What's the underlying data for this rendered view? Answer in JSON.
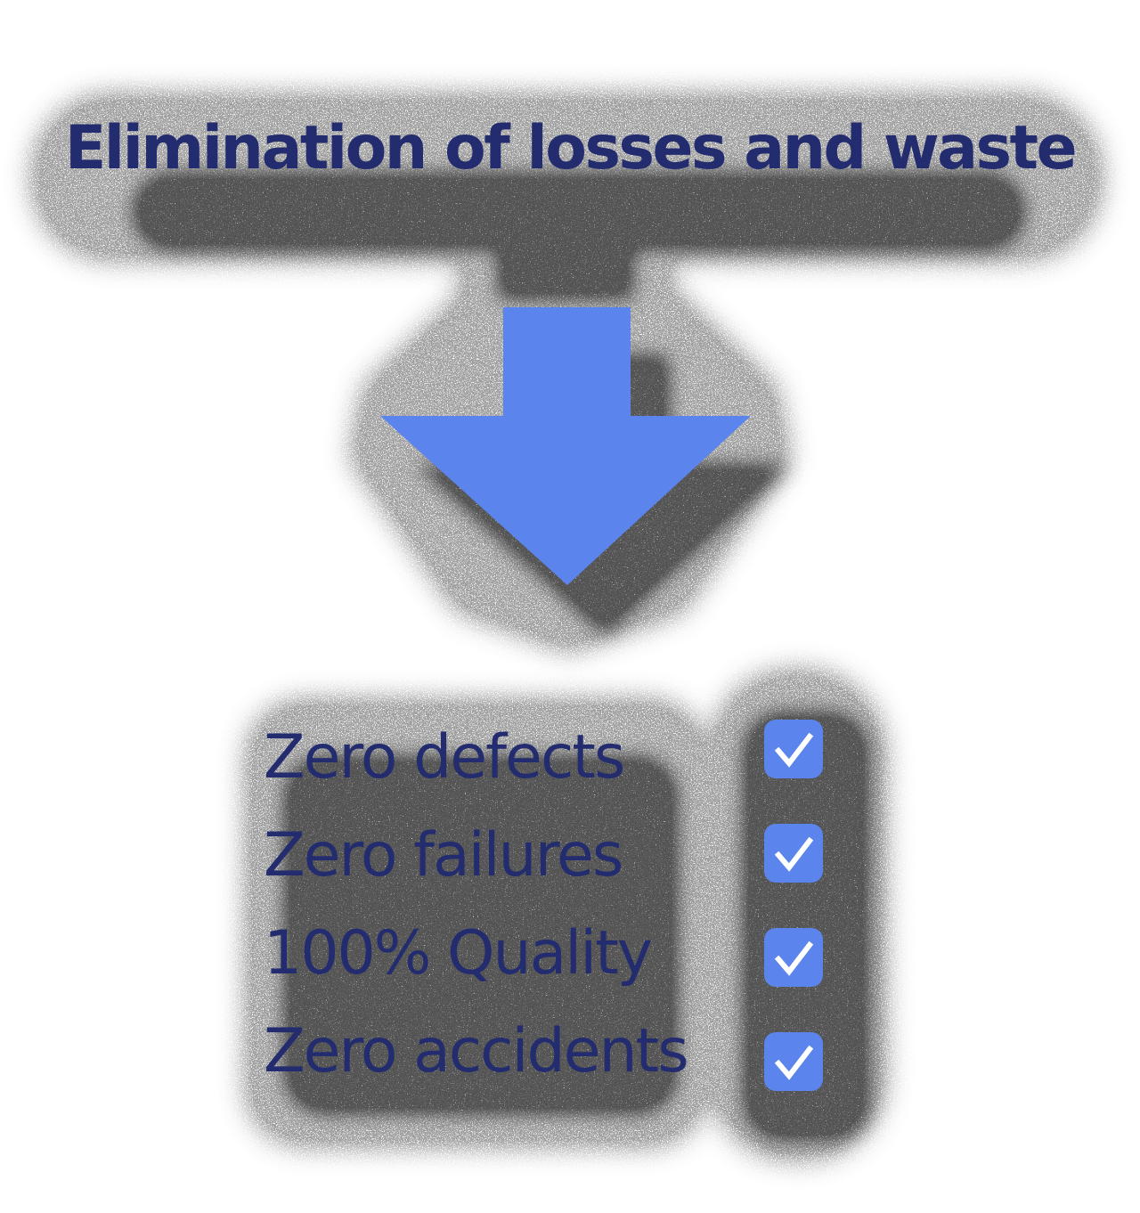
{
  "title": "Elimination of losses and waste",
  "arrow": {
    "name": "down-arrow",
    "direction": "down"
  },
  "checklist": {
    "items": [
      {
        "label": "Zero defects",
        "checked": true
      },
      {
        "label": "Zero failures",
        "checked": true
      },
      {
        "label": "100% Quality",
        "checked": true
      },
      {
        "label": "Zero accidents",
        "checked": true
      }
    ]
  },
  "colors": {
    "accent_blue": "#5b85ec",
    "text_navy": "#222c6e",
    "noise_gray": "#949494",
    "shadow_dark": "#383838",
    "background": "#ffffff"
  }
}
